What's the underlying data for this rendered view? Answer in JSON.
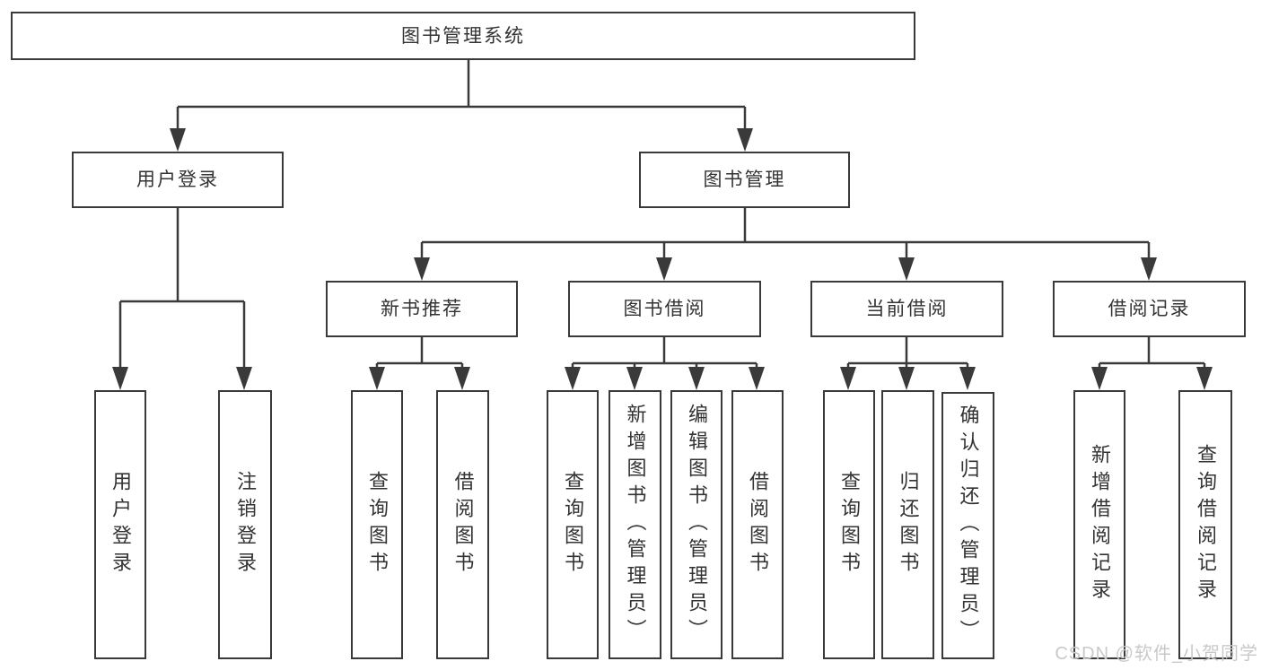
{
  "tree": {
    "root": {
      "label": "图书管理系统",
      "children": [
        {
          "label": "用户登录",
          "children": [
            {
              "label": "用户登录"
            },
            {
              "label": "注销登录"
            }
          ]
        },
        {
          "label": "图书管理",
          "children": [
            {
              "label": "新书推荐",
              "children": [
                {
                  "label": "查询图书"
                },
                {
                  "label": "借阅图书"
                }
              ]
            },
            {
              "label": "图书借阅",
              "children": [
                {
                  "label": "查询图书"
                },
                {
                  "label": "新增图书（管理员）"
                },
                {
                  "label": "编辑图书（管理员）"
                },
                {
                  "label": "借阅图书"
                }
              ]
            },
            {
              "label": "当前借阅",
              "children": [
                {
                  "label": "查询图书"
                },
                {
                  "label": "归还图书"
                },
                {
                  "label": "确认归还（管理员）"
                }
              ]
            },
            {
              "label": "借阅记录",
              "children": [
                {
                  "label": "新增借阅记录"
                },
                {
                  "label": "查询借阅记录"
                }
              ]
            }
          ]
        }
      ]
    }
  },
  "watermark": {
    "text": "CSDN @软件_小贺同学"
  },
  "colors": {
    "line": "#3a3a3a",
    "text": "#333333",
    "watermark": "#c9c9c9",
    "background": "#ffffff"
  }
}
